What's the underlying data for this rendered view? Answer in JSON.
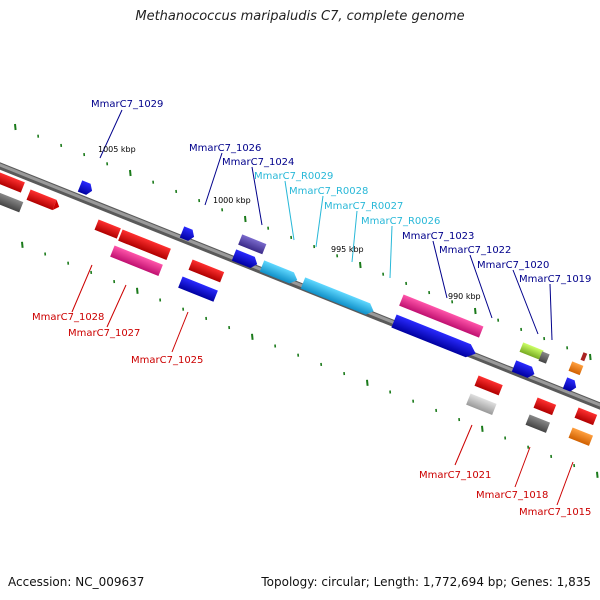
{
  "title": "Methanococcus maripaludis C7, complete genome",
  "footer": {
    "accession": "Accession: NC_009637",
    "summary": "Topology: circular; Length: 1,772,694 bp; Genes: 1,835"
  },
  "colors": {
    "backbone": "#888888",
    "label_blue": "#00008b",
    "label_cyan": "#28b8d8",
    "label_red": "#cc0000",
    "tick": "#1a7a1a"
  },
  "scale_labels": [
    "1005 kbp",
    "1000 kbp",
    "995 kbp",
    "990 kbp"
  ],
  "gene_labels": {
    "top": [
      "MmarC7_1029",
      "MmarC7_1026",
      "MmarC7_1024",
      "MmarC7_R0029",
      "MmarC7_R0028",
      "MmarC7_R0027",
      "MmarC7_R0026",
      "MmarC7_1023",
      "MmarC7_1022",
      "MmarC7_1020",
      "MmarC7_1019"
    ],
    "bottom": [
      "MmarC7_1028",
      "MmarC7_1027",
      "MmarC7_1025",
      "MmarC7_1021",
      "MmarC7_1018",
      "MmarC7_1015"
    ]
  }
}
